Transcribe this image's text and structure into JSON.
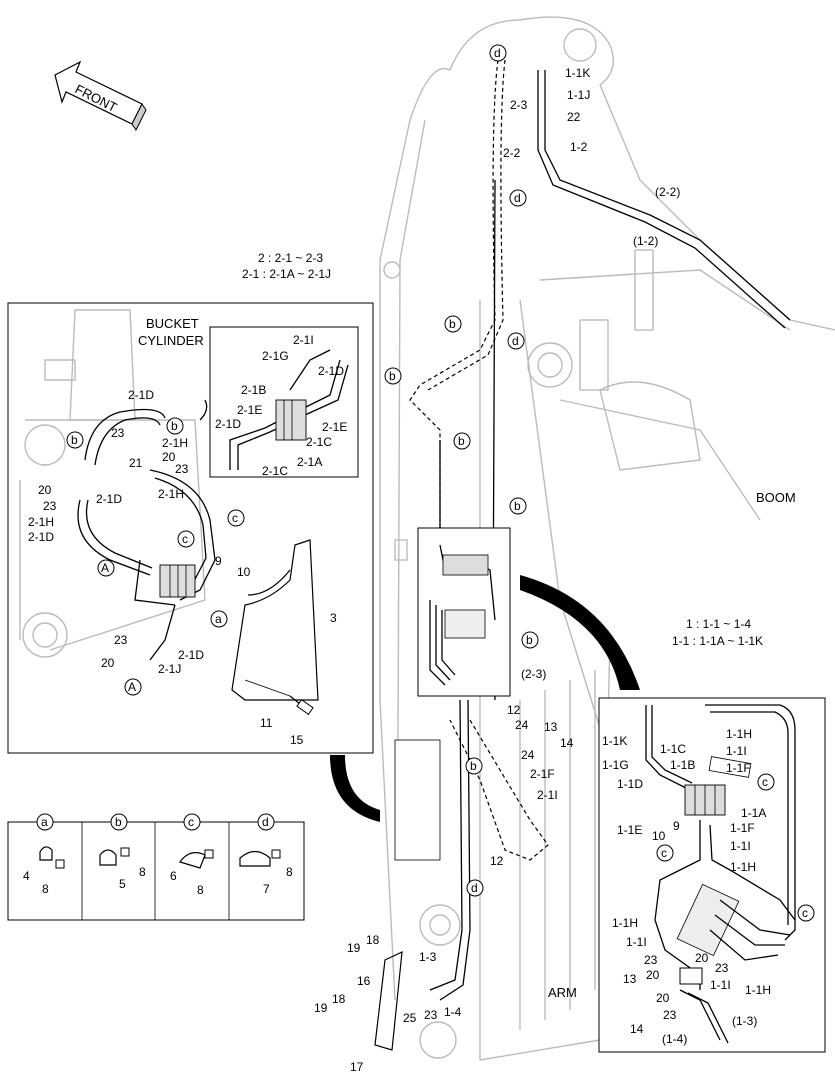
{
  "front_arrow": "FRONT",
  "boom_label": "BOOM",
  "arm_label": "ARM",
  "legend_left_1": "2 : 2-1 ~ 2-3",
  "legend_left_2": "2-1 : 2-1A ~ 2-1J",
  "legend_right_1": "1 : 1-1 ~ 1-4",
  "legend_right_2": "1-1 : 1-1A ~ 1-1K",
  "bucket_cylinder_1": "BUCKET",
  "bucket_cylinder_2": "CYLINDER",
  "clamp_views": [
    {
      "letter": "a",
      "part": "4",
      "bolt": "8"
    },
    {
      "letter": "b",
      "part": "5",
      "bolt": "8"
    },
    {
      "letter": "c",
      "part": "6",
      "bolt": "8"
    },
    {
      "letter": "d",
      "part": "7",
      "bolt": "8"
    }
  ],
  "main_labels": {
    "l_1_1K": "1-1K",
    "l_1_1J": "1-1J",
    "l_22": "22",
    "l_1_2": "1-2",
    "l_2_2": "2-2",
    "l_2_3": "2-3",
    "l_p2_2": "(2-2)",
    "l_p1_2": "(1-2)",
    "l_p2_3": "(2-3)",
    "l_12a": "12",
    "l_24a": "24",
    "l_13a": "13",
    "l_14a": "14",
    "l_24b": "24",
    "l_2_1F": "2-1F",
    "l_2_1I": "2-1I",
    "l_12b": "12",
    "l_19a": "19",
    "l_18a": "18",
    "l_16": "16",
    "l_19b": "19",
    "l_18b": "18",
    "l_17": "17",
    "l_1_3": "1-3",
    "l_25": "25",
    "l_23m": "23",
    "l_1_4": "1-4"
  },
  "left_inset": {
    "l_2_1D_a": "2-1D",
    "l_23_a": "23",
    "l_2_1H_a": "2-1H",
    "l_20_a": "20",
    "l_23_b": "23",
    "l_21": "21",
    "l_2_1D_b": "2-1D",
    "l_2_1H_b": "2-1H",
    "l_20_b": "20",
    "l_23_c": "23",
    "l_2_1H_c": "2-1H",
    "l_2_1D_c": "2-1D",
    "l_9": "9",
    "l_10": "10",
    "l_3": "3",
    "l_23_d": "23",
    "l_2_1D_d": "2-1D",
    "l_20_d": "20",
    "l_2_1J": "2-1J",
    "l_11": "11",
    "l_15": "15",
    "d_2_1I": "2-1I",
    "d_2_1G": "2-1G",
    "d_2_1D_a": "2-1D",
    "d_2_1B": "2-1B",
    "d_2_1E_a": "2-1E",
    "d_2_1D_b": "2-1D",
    "d_2_1E_b": "2-1E",
    "d_2_1C_a": "2-1C",
    "d_2_1A": "2-1A",
    "d_2_1C_b": "2-1C"
  },
  "right_inset": {
    "l_1_1K": "1-1K",
    "l_1_1C": "1-1C",
    "l_1_1G": "1-1G",
    "l_1_1B": "1-1B",
    "l_1_1D": "1-1D",
    "l_1_1E": "1-1E",
    "l_10": "10",
    "l_9": "9",
    "l_1_1H_a": "1-1H",
    "l_1_1I_a": "1-1I",
    "l_1_1F_a": "1-1F",
    "l_1_1A": "1-1A",
    "l_1_1F_b": "1-1F",
    "l_1_1I_b": "1-1I",
    "l_1_1H_b": "1-1H",
    "l_1_1H_c": "1-1H",
    "l_1_1I_c": "1-1I",
    "l_23_a": "23",
    "l_20_a": "20",
    "l_20_b": "20",
    "l_23_b": "23",
    "l_1_1I_d": "1-1I",
    "l_1_1H_d": "1-1H",
    "l_13": "13",
    "l_14": "14",
    "l_20_c": "20",
    "l_23_c": "23",
    "l_p1_4": "(1-4)",
    "l_p1_3": "(1-3)"
  }
}
